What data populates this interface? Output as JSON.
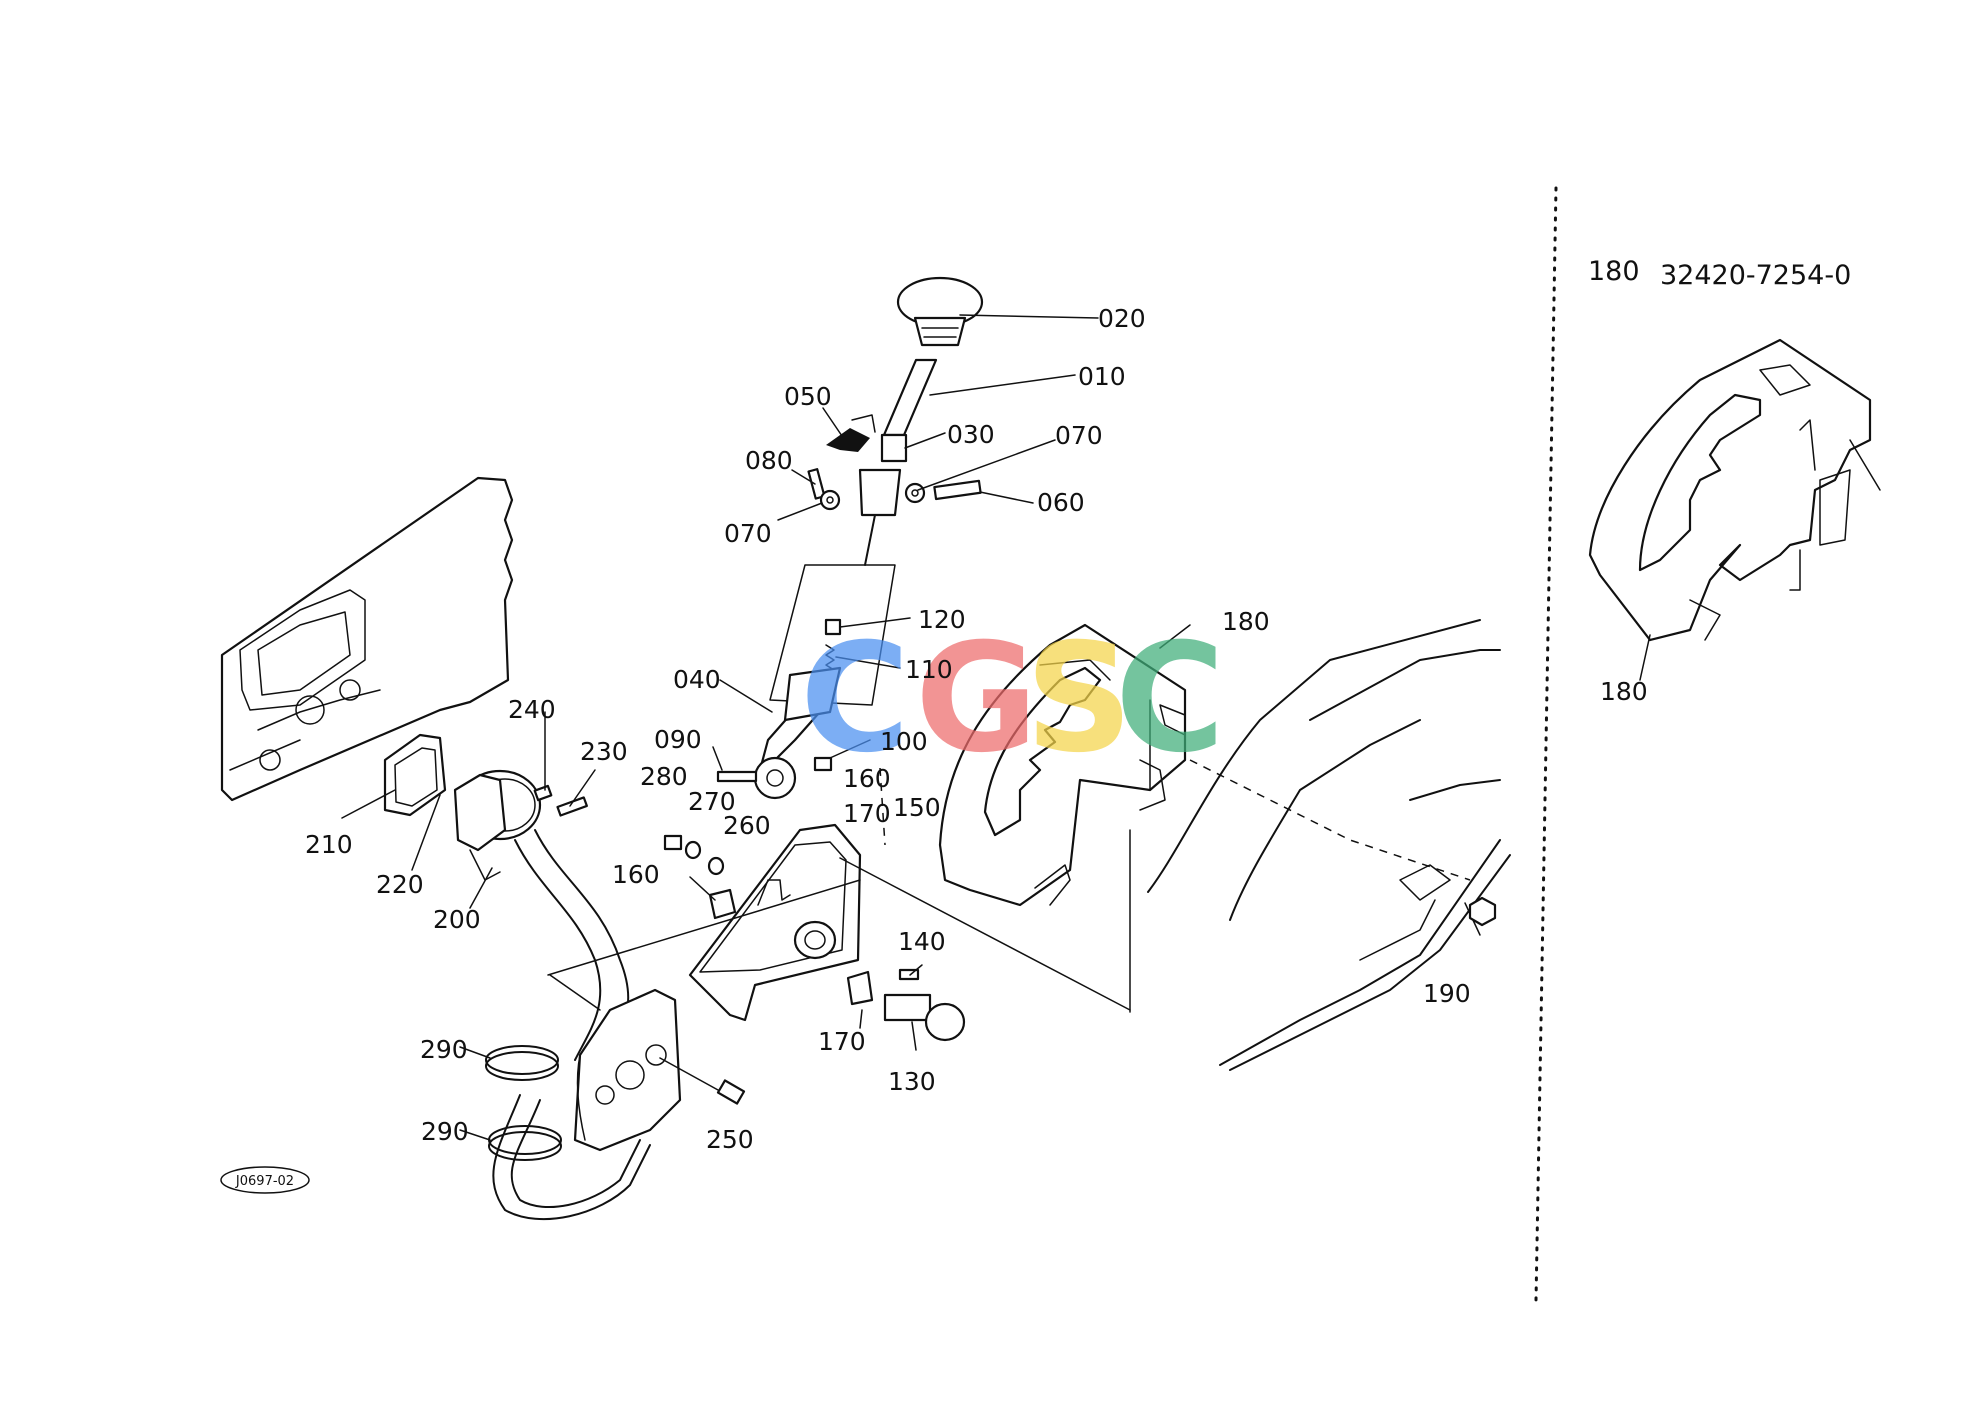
{
  "drawing_code": "J0697-02",
  "inset": {
    "part_no": "180",
    "part_code": "32420-7254-0",
    "callout": "180"
  },
  "watermark": {
    "letters": [
      "C",
      "G",
      "S",
      "C"
    ],
    "colors": [
      "#4a8ff0",
      "#ee6b6b",
      "#f5d54a",
      "#3fae7a"
    ]
  },
  "callouts": [
    "020",
    "010",
    "050",
    "030",
    "070",
    "080",
    "070",
    "060",
    "120",
    "110",
    "040",
    "100",
    "090",
    "160",
    "170",
    "150",
    "280",
    "270",
    "260",
    "160",
    "240",
    "230",
    "210",
    "220",
    "200",
    "170",
    "140",
    "130",
    "290",
    "290",
    "250",
    "180",
    "190"
  ]
}
